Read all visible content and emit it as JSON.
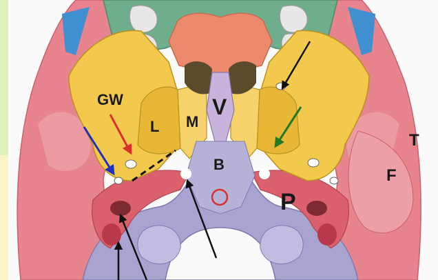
{
  "labels": {
    "gw": "GW",
    "l": "L",
    "m": "M",
    "v": "V",
    "b": "B",
    "p": "P",
    "f": "F",
    "t": "T"
  },
  "colors": {
    "greater_wing": "#f2c94c",
    "temporal": "#e7848d",
    "occipital": "#a9a4cf",
    "maxilla": "#6fae8c",
    "palatine": "#ec8a6e",
    "zygomatic": "#3f8fd1",
    "vomer": "#c7b3db",
    "arrow_red": "#d9302a",
    "arrow_blue": "#1f2fbf",
    "arrow_green": "#1f7a23",
    "arrow_black": "#111111",
    "circle_marker": "#d9302a",
    "side_green": "#dff2b9",
    "side_yellow": "#fbf3c8"
  }
}
